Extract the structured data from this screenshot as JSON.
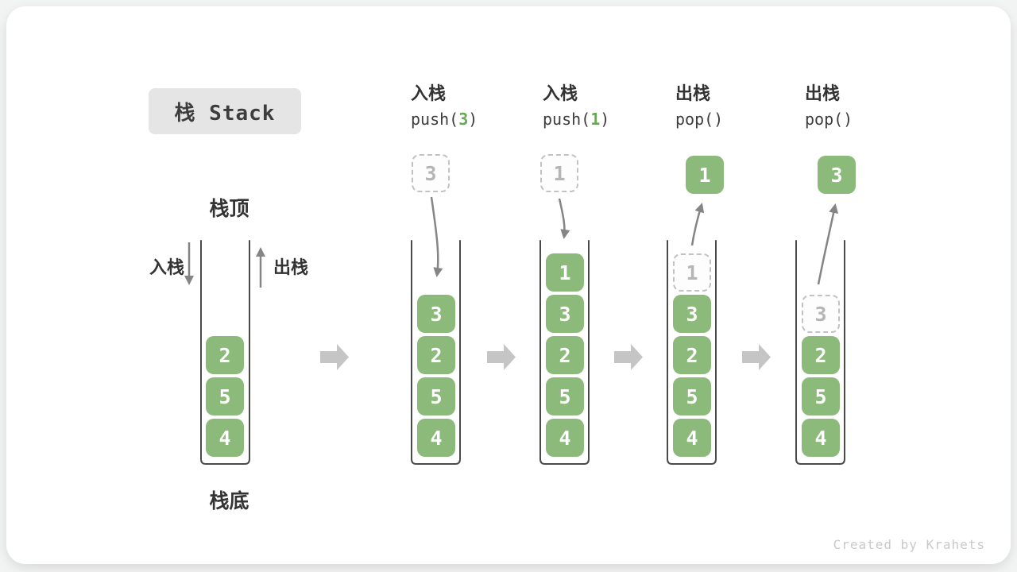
{
  "title": "栈 Stack",
  "side_labels": {
    "top": "栈顶",
    "bottom": "栈底",
    "push": "入栈",
    "pop": "出栈"
  },
  "operations": [
    {
      "label": "入栈",
      "fn": "push(",
      "arg": "3",
      "close": ")"
    },
    {
      "label": "入栈",
      "fn": "push(",
      "arg": "1",
      "close": ")"
    },
    {
      "label": "出栈",
      "fn": "pop(",
      "arg": "",
      "close": ")"
    },
    {
      "label": "出栈",
      "fn": "pop(",
      "arg": "",
      "close": ")"
    }
  ],
  "stacks": [
    {
      "items": [
        "2",
        "5",
        "4"
      ]
    },
    {
      "staged": "3",
      "items": [
        "3",
        "2",
        "5",
        "4"
      ]
    },
    {
      "staged": "1",
      "items": [
        "1",
        "3",
        "2",
        "5",
        "4"
      ]
    },
    {
      "popped": "1",
      "ghost": "1",
      "items": [
        "3",
        "2",
        "5",
        "4"
      ]
    },
    {
      "popped": "3",
      "ghost": "3",
      "items": [
        "2",
        "5",
        "4"
      ]
    }
  ],
  "footer": "Created by Krahets",
  "colors": {
    "box_green": "#8bba7b",
    "arg_green": "#67a956",
    "ghost_gray": "#b5b5b5",
    "thin_arrow_gray": "#858585",
    "block_arrow_gray": "#c5c5c5",
    "container_stroke": "#4a4a4a",
    "title_bg": "#e5e5e5"
  }
}
